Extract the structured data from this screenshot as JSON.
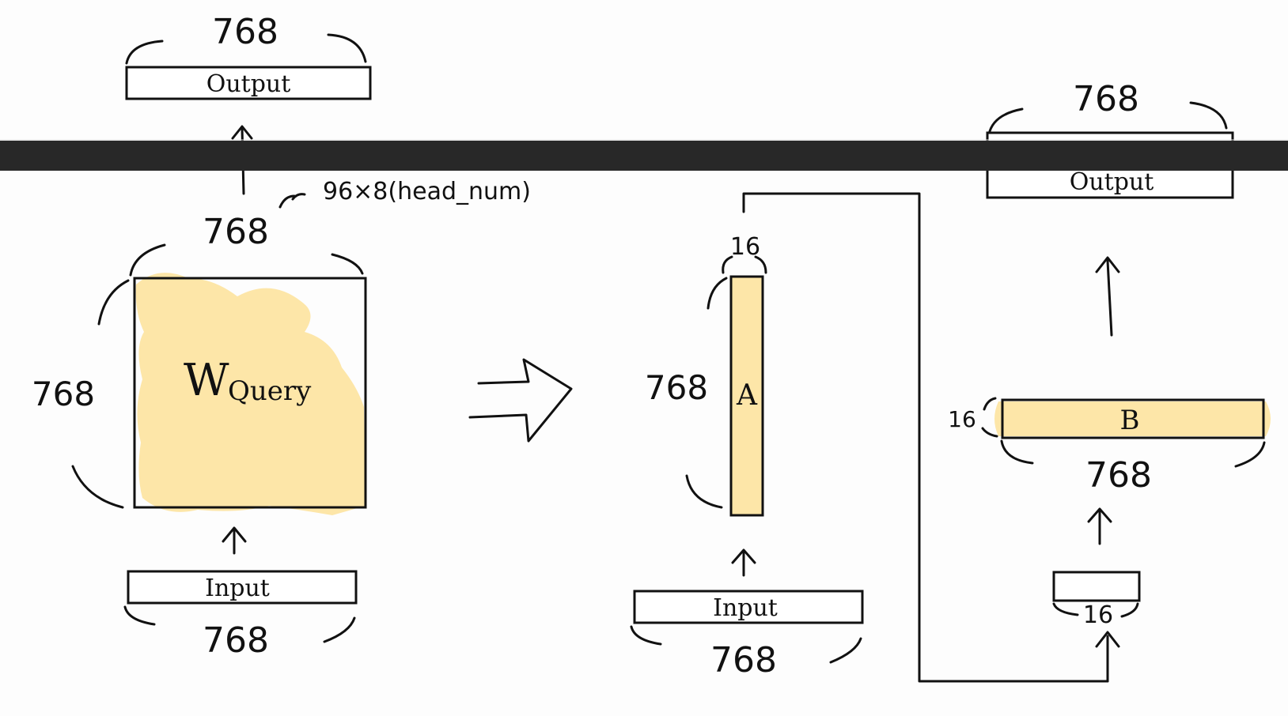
{
  "colors": {
    "ink": "#111111",
    "highlight": "#fde6a8",
    "toolbar": "#282828",
    "background": "#fdfdfd"
  },
  "left": {
    "output_label": "Output",
    "output_dim": "768",
    "weight_top_dim": "768",
    "weight_side_dim": "768",
    "head_note": "96×8(head_num)",
    "weight_label_main": "W",
    "weight_label_sub": "Query",
    "input_label": "Input",
    "input_dim": "768"
  },
  "right": {
    "output_label": "Output",
    "output_dim": "768",
    "a_label": "A",
    "a_top_dim": "16",
    "a_side_dim": "768",
    "b_label": "B",
    "b_side_dim": "16",
    "b_bottom_dim": "768",
    "small_box_dim": "16",
    "input_label": "Input",
    "input_dim": "768"
  }
}
